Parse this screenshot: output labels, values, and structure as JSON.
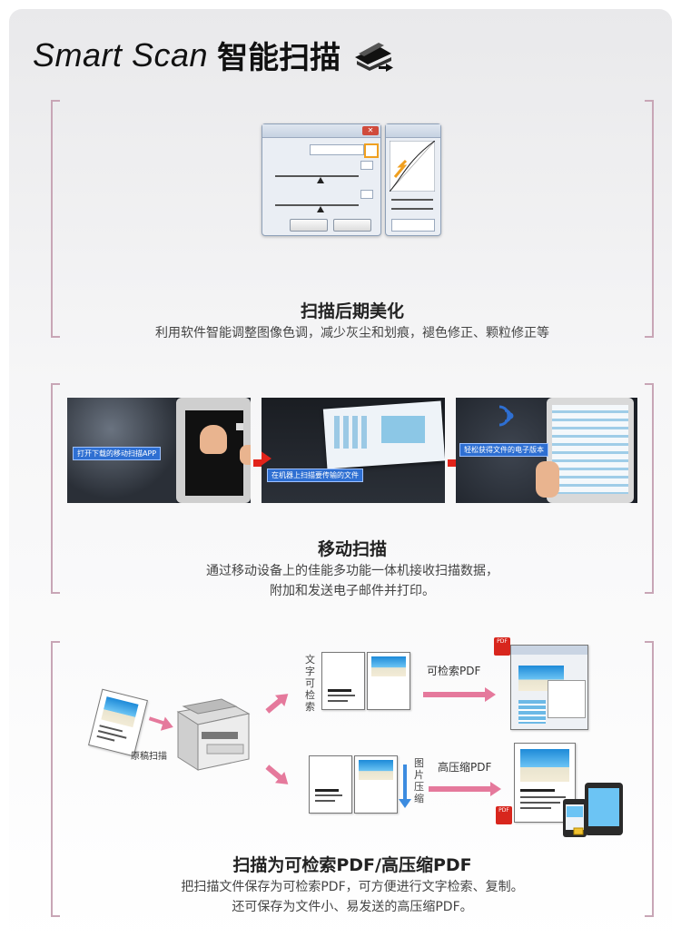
{
  "header": {
    "title_en": "Smart Scan",
    "title_cn": "智能扫描",
    "icon": "scanner-icon"
  },
  "sections": [
    {
      "title": "扫描后期美化",
      "desc": "利用软件智能调整图像色调，减少灰尘和划痕，褪色修正、颗粒修正等"
    },
    {
      "title": "移动扫描",
      "desc_line1": "通过移动设备上的佳能多功能一体机接收扫描数据，",
      "desc_line2": "附加和发送电子邮件并打印。",
      "captions": [
        "打开下载的移动扫描APP",
        "在机器上扫描要传输的文件",
        "轻松获得文件的电子版本"
      ]
    },
    {
      "title": "扫描为可检索PDF/高压缩PDF",
      "desc_line1": "把扫描文件保存为可检索PDF，可方便进行文字检索、复制。",
      "desc_line2": "还可保存为文件小、易发送的高压缩PDF。",
      "labels": {
        "original": "原稿扫描",
        "text_search_vertical": "文字可检索",
        "searchable_pdf": "可检索PDF",
        "image_compress_vertical": "图片压缩",
        "compressed_pdf": "高压缩PDF"
      }
    }
  ],
  "colors": {
    "bracket": "#c8a6b6",
    "accent_red": "#e2231a",
    "accent_pink": "#e5799c",
    "caption_blue": "#2e6fd2"
  }
}
